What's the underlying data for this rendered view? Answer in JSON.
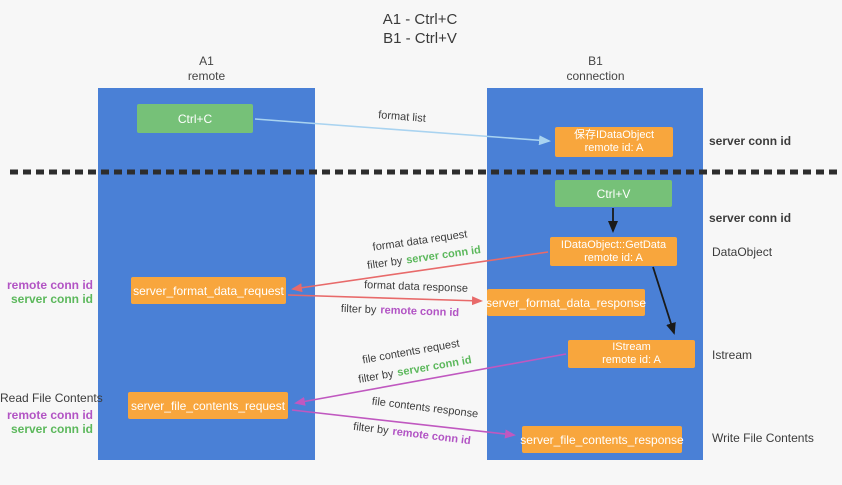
{
  "title": {
    "line1": "A1 - Ctrl+C",
    "line2": "B1 - Ctrl+V"
  },
  "columns": {
    "left": {
      "name": "A1",
      "role": "remote"
    },
    "right": {
      "name": "B1",
      "role": "connection"
    }
  },
  "nodes": {
    "ctrl_c": {
      "label": "Ctrl+C"
    },
    "save_idataobject": {
      "line1": "保存IDataObject",
      "line2": "remote id: A"
    },
    "ctrl_v": {
      "label": "Ctrl+V"
    },
    "getdata": {
      "line1": "IDataObject::GetData",
      "line2": "remote id: A"
    },
    "server_format_data_request": {
      "label": "server_format_data_request"
    },
    "server_format_data_response": {
      "label": "server_format_data_response"
    },
    "istream": {
      "line1": "IStream",
      "line2": "remote id: A"
    },
    "server_file_contents_request": {
      "label": "server_file_contents_request"
    },
    "server_file_contents_response": {
      "label": "server_file_contents_response"
    }
  },
  "arrow_labels": {
    "format_list": "format list",
    "format_data_request": "format data request",
    "format_data_response": "format data response",
    "file_contents_request": "file contents request",
    "file_contents_response": "file contents response",
    "filter_by": "filter by",
    "server_conn_id": "server conn id",
    "remote_conn_id": "remote conn id"
  },
  "side_labels": {
    "server_conn_id": "server conn id",
    "remote_conn_id": "remote conn id",
    "dataobject": "DataObject",
    "istream": "Istream",
    "read_file_contents": "Read File Contents",
    "write_file_contents": "Write File Contents"
  },
  "colors": {
    "lifeline_blue": "#4a80d6",
    "node_green": "#76c178",
    "node_orange": "#f8a63d",
    "accent_green": "#5cb85c",
    "accent_purple": "#b254c4",
    "arrow_red": "#e86a6a",
    "arrow_magenta": "#c058c0",
    "arrow_lightblue": "#a9d3f0",
    "arrow_black": "#1a1a1a"
  }
}
